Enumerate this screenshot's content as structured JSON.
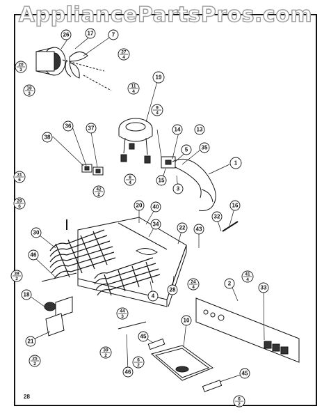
{
  "watermark": "AppliancePartsPros.com",
  "page_number": "28",
  "callouts": [
    {
      "id": "c26",
      "label": "26"
    },
    {
      "id": "c17",
      "label": "17"
    },
    {
      "id": "c7",
      "label": "7"
    },
    {
      "id": "c19",
      "label": "19"
    },
    {
      "id": "c14",
      "label": "14"
    },
    {
      "id": "c13",
      "label": "13"
    },
    {
      "id": "c5",
      "label": "5"
    },
    {
      "id": "c35",
      "label": "35"
    },
    {
      "id": "c1",
      "label": "1"
    },
    {
      "id": "c36",
      "label": "36"
    },
    {
      "id": "c37",
      "label": "37"
    },
    {
      "id": "c38",
      "label": "38"
    },
    {
      "id": "c3",
      "label": "3"
    },
    {
      "id": "c15",
      "label": "15"
    },
    {
      "id": "c20",
      "label": "20"
    },
    {
      "id": "c40",
      "label": "40"
    },
    {
      "id": "c16",
      "label": "16"
    },
    {
      "id": "c32",
      "label": "32"
    },
    {
      "id": "c34",
      "label": "34"
    },
    {
      "id": "c22",
      "label": "22"
    },
    {
      "id": "c43",
      "label": "43"
    },
    {
      "id": "c30",
      "label": "30"
    },
    {
      "id": "c46a",
      "label": "46"
    },
    {
      "id": "c18",
      "label": "18"
    },
    {
      "id": "c4",
      "label": "4"
    },
    {
      "id": "c28",
      "label": "28"
    },
    {
      "id": "c2",
      "label": "2"
    },
    {
      "id": "c33",
      "label": "33"
    },
    {
      "id": "c21",
      "label": "21"
    },
    {
      "id": "c10",
      "label": "10"
    },
    {
      "id": "c45a",
      "label": "45"
    },
    {
      "id": "c46b",
      "label": "46"
    },
    {
      "id": "c45b",
      "label": "45"
    }
  ],
  "fractions": [
    {
      "id": "f20",
      "num": "20",
      "den": "3"
    },
    {
      "id": "f18",
      "num": "18",
      "den": "3"
    },
    {
      "id": "f27",
      "num": "27",
      "den": "4"
    },
    {
      "id": "f11",
      "num": "11",
      "den": "4"
    },
    {
      "id": "f9",
      "num": "9",
      "den": "4"
    },
    {
      "id": "f8",
      "num": "8",
      "den": "4"
    },
    {
      "id": "f31",
      "num": "31",
      "den": "6"
    },
    {
      "id": "f42",
      "num": "42",
      "den": "2"
    },
    {
      "id": "f29",
      "num": "29",
      "den": "6"
    },
    {
      "id": "f24",
      "num": "24",
      "den": "4"
    },
    {
      "id": "f41",
      "num": "41",
      "den": "4"
    },
    {
      "id": "f39",
      "num": "39",
      "den": "2"
    },
    {
      "id": "f44",
      "num": "44",
      "den": "3"
    },
    {
      "id": "f25",
      "num": "25",
      "den": "2"
    },
    {
      "id": "f39b",
      "num": "39",
      "den": "2"
    },
    {
      "id": "f6a",
      "num": "6",
      "den": "2"
    },
    {
      "id": "f6b",
      "num": "6",
      "den": "2"
    }
  ]
}
